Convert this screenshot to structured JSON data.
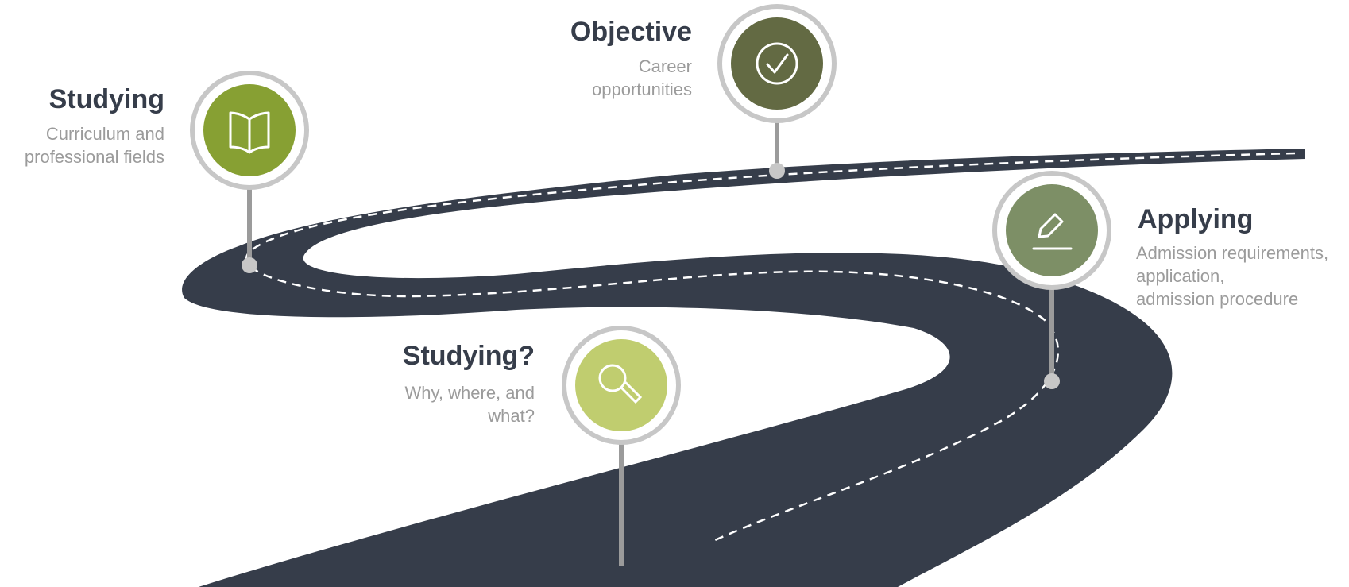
{
  "colors": {
    "road": "#363d4a",
    "lane_marking": "#ffffff",
    "pin_stem": "#9b9b9b",
    "ring": "#c7c7c7",
    "title_text": "#363d4a",
    "desc_text": "#9b9b9b"
  },
  "milestones": [
    {
      "title": "Studying?",
      "desc_lines": [
        "Why, where, and",
        "what?"
      ],
      "icon": "magnifier-icon",
      "color": "#c0cd6f"
    },
    {
      "title": "Studying",
      "desc_lines": [
        "Curriculum and",
        "professional fields"
      ],
      "icon": "book-icon",
      "color": "#87a033"
    },
    {
      "title": "Objective",
      "desc_lines": [
        "Career",
        "opportunities"
      ],
      "icon": "check-circle-icon",
      "color": "#636a43"
    },
    {
      "title": "Applying",
      "desc_lines": [
        "Admission requirements,",
        "application,",
        "admission procedure"
      ],
      "icon": "pencil-icon",
      "color": "#7d8f66"
    }
  ]
}
